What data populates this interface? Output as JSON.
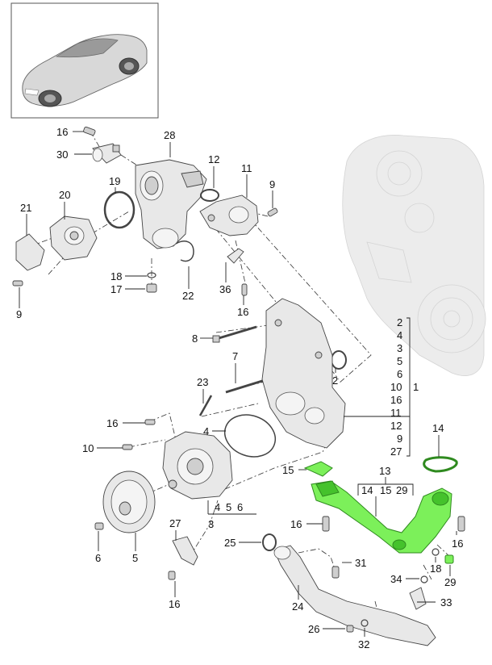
{
  "callouts": [
    {
      "id": "c16a",
      "text": "16"
    },
    {
      "id": "c28",
      "text": "28"
    },
    {
      "id": "c30",
      "text": "30"
    },
    {
      "id": "c12a",
      "text": "12"
    },
    {
      "id": "c11a",
      "text": "11"
    },
    {
      "id": "c19",
      "text": "19"
    },
    {
      "id": "c9a",
      "text": "9"
    },
    {
      "id": "c21",
      "text": "21"
    },
    {
      "id": "c20",
      "text": "20"
    },
    {
      "id": "c18a",
      "text": "18"
    },
    {
      "id": "c17",
      "text": "17"
    },
    {
      "id": "c22",
      "text": "22"
    },
    {
      "id": "c36",
      "text": "36"
    },
    {
      "id": "c16b",
      "text": "16"
    },
    {
      "id": "c9b",
      "text": "9"
    },
    {
      "id": "c8",
      "text": "8"
    },
    {
      "id": "c7",
      "text": "7"
    },
    {
      "id": "c2a",
      "text": "2"
    },
    {
      "id": "c23",
      "text": "23"
    },
    {
      "id": "c16c",
      "text": "16"
    },
    {
      "id": "c4a",
      "text": "4"
    },
    {
      "id": "c10a",
      "text": "10"
    },
    {
      "id": "c14a",
      "text": "14"
    },
    {
      "id": "c15a",
      "text": "15"
    },
    {
      "id": "c13",
      "text": "13"
    },
    {
      "id": "c14b",
      "text": "14"
    },
    {
      "id": "c15b",
      "text": "15"
    },
    {
      "id": "c29a",
      "text": "29"
    },
    {
      "id": "c4b",
      "text": "4"
    },
    {
      "id": "c5a",
      "text": "5"
    },
    {
      "id": "c6a",
      "text": "6"
    },
    {
      "id": "c3",
      "text": "3"
    },
    {
      "id": "c16d",
      "text": "16"
    },
    {
      "id": "c16e",
      "text": "16"
    },
    {
      "id": "c27",
      "text": "27"
    },
    {
      "id": "c25",
      "text": "25"
    },
    {
      "id": "c18b",
      "text": "18"
    },
    {
      "id": "c29b",
      "text": "29"
    },
    {
      "id": "c31",
      "text": "31"
    },
    {
      "id": "c6b",
      "text": "6"
    },
    {
      "id": "c5b",
      "text": "5"
    },
    {
      "id": "c34",
      "text": "34"
    },
    {
      "id": "c24",
      "text": "24"
    },
    {
      "id": "c33",
      "text": "33"
    },
    {
      "id": "c16f",
      "text": "16"
    },
    {
      "id": "c26",
      "text": "26"
    },
    {
      "id": "c32",
      "text": "32"
    }
  ],
  "kit_list": {
    "items": [
      "2",
      "4",
      "3",
      "5",
      "6",
      "10",
      "16",
      "11",
      "12",
      "9",
      "27"
    ],
    "kit_number": "1"
  },
  "colors": {
    "highlight": "#7cf05a",
    "highlight_stroke": "#2f8a1f",
    "line": "#222222"
  },
  "icons": {
    "vehicle_thumbnail": "porsche-boxster-thumbnail",
    "background_engine": "engine-block-ghost"
  }
}
